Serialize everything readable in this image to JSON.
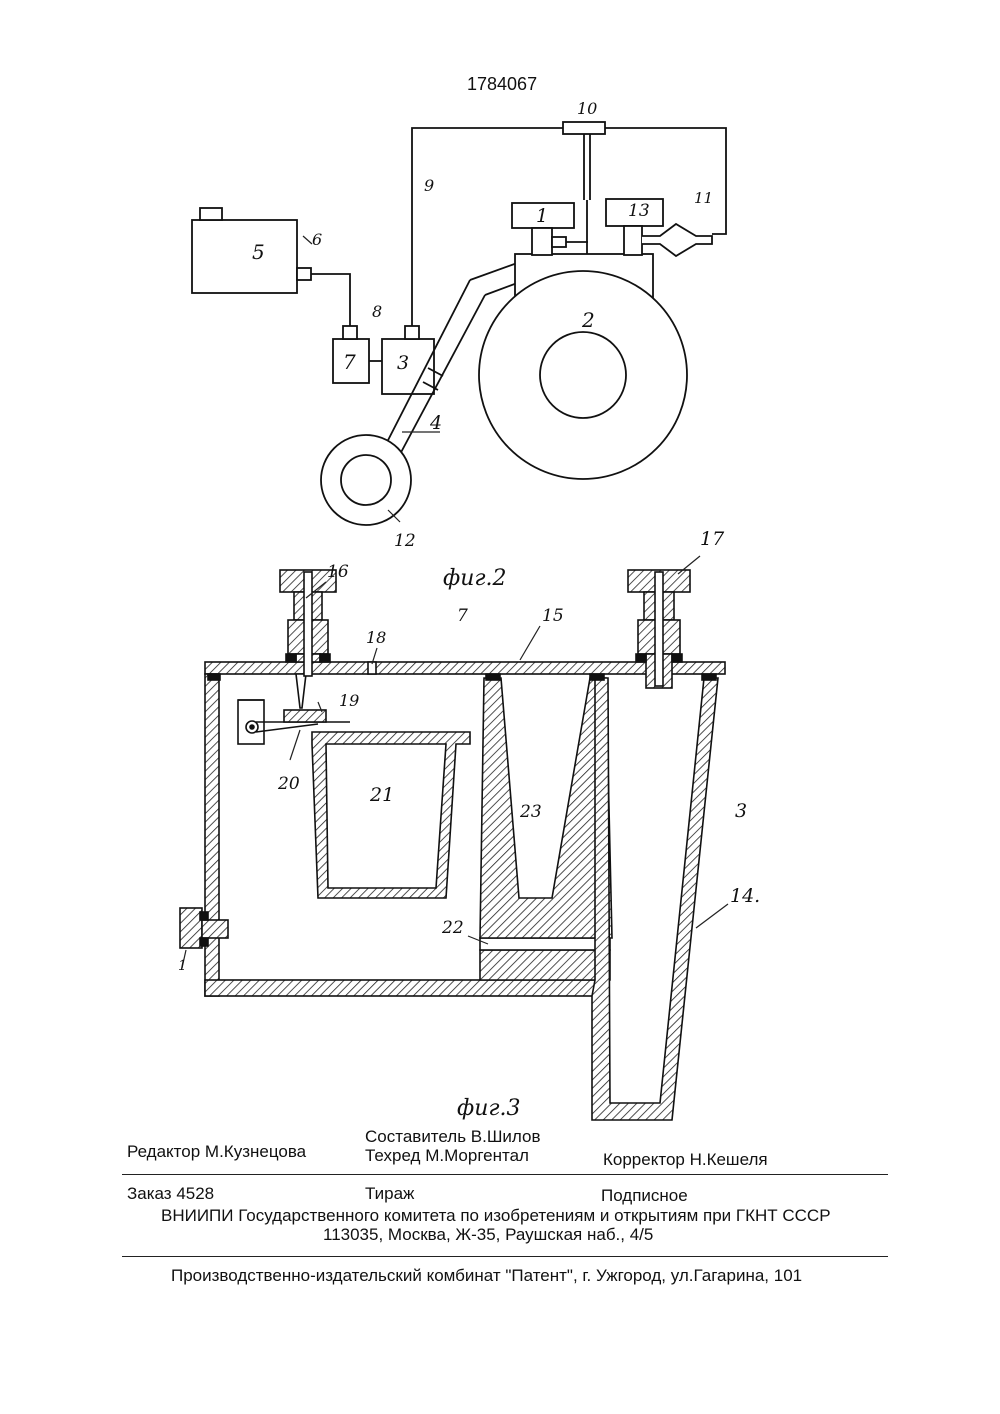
{
  "patent_number": "1784067",
  "fig2": {
    "caption": "фиг.2",
    "labels": {
      "l1": "1",
      "l2": "2",
      "l3": "3",
      "l4": "4",
      "l5": "5",
      "l6": "6",
      "l7": "7",
      "l8": "8",
      "l9": "9",
      "l10": "10",
      "l11": "11",
      "l12": "12",
      "l13": "13"
    }
  },
  "fig3": {
    "caption": "фиг.3",
    "labels": {
      "l1": "1",
      "l3": "3",
      "l7": "7",
      "l14": "14.",
      "l15": "15",
      "l16": "16",
      "l17": "17",
      "l18": "18",
      "l19": "19",
      "l20": "20",
      "l21": "21",
      "l22": "22",
      "l23": "23"
    }
  },
  "colophon": {
    "editor": "Редактор  М.Кузнецова",
    "compiler": "Составитель  В.Шилов",
    "techred": "Техред М.Моргентал",
    "corrector": "Корректор  Н.Кешеля",
    "order": "Заказ  4528",
    "circulation": "Тираж",
    "subscription": "Подписное",
    "institute": "ВНИИПИ Государственного комитета по изобретениям и открытиям при ГКНТ СССР",
    "address": "113035, Москва, Ж-35, Раушская наб., 4/5",
    "publisher": "Производственно-издательский комбинат \"Патент\", г. Ужгород, ул.Гагарина, 101"
  }
}
